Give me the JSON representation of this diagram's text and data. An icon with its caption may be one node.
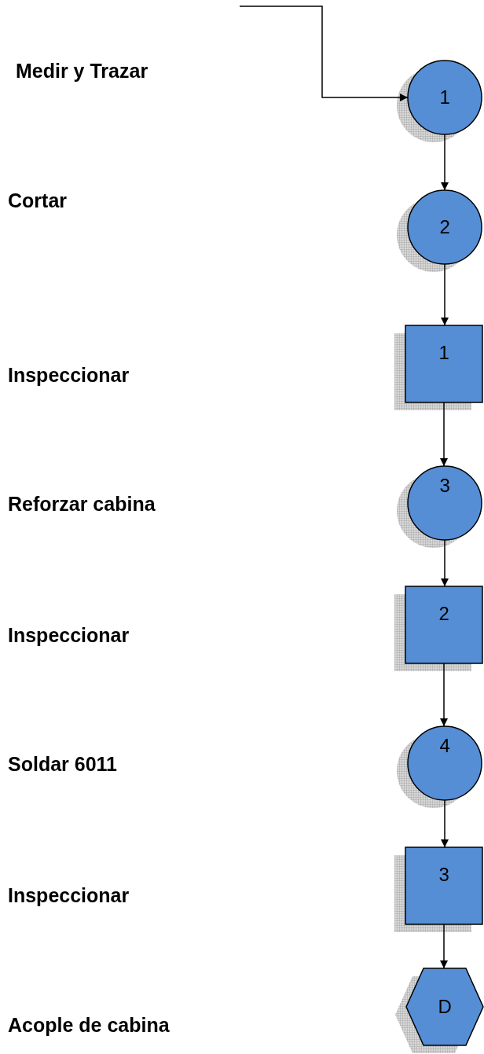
{
  "diagram": {
    "nodes": [
      {
        "text": [
          "1"
        ]
      },
      {
        "text": [
          "2"
        ]
      },
      {
        "text": [
          "1"
        ]
      },
      {
        "text": [
          "3"
        ]
      },
      {
        "text": [
          "2"
        ]
      },
      {
        "text": [
          "4"
        ]
      },
      {
        "text": [
          "3"
        ]
      },
      {
        "text": [
          "D"
        ]
      }
    ],
    "edges": [
      {
        "from": null,
        "to": 0,
        "arrow": "to"
      },
      {
        "from": 0,
        "to": 1,
        "arrow": "to"
      },
      {
        "from": 1,
        "to": 2,
        "arrow": "to"
      },
      {
        "from": 2,
        "to": 3,
        "arrow": "to"
      },
      {
        "from": 3,
        "to": 4,
        "arrow": "to"
      },
      {
        "from": 4,
        "to": 5,
        "arrow": "to"
      },
      {
        "from": 5,
        "to": 6,
        "arrow": "to"
      },
      {
        "from": 6,
        "to": 7,
        "arrow": "to"
      }
    ],
    "labels": [
      "Medir y Trazar",
      "Cortar",
      "Inspeccionar",
      "Reforzar cabina",
      "Inspeccionar",
      "Soldar 6011",
      "Inspeccionar",
      "Acople de cabina"
    ]
  }
}
